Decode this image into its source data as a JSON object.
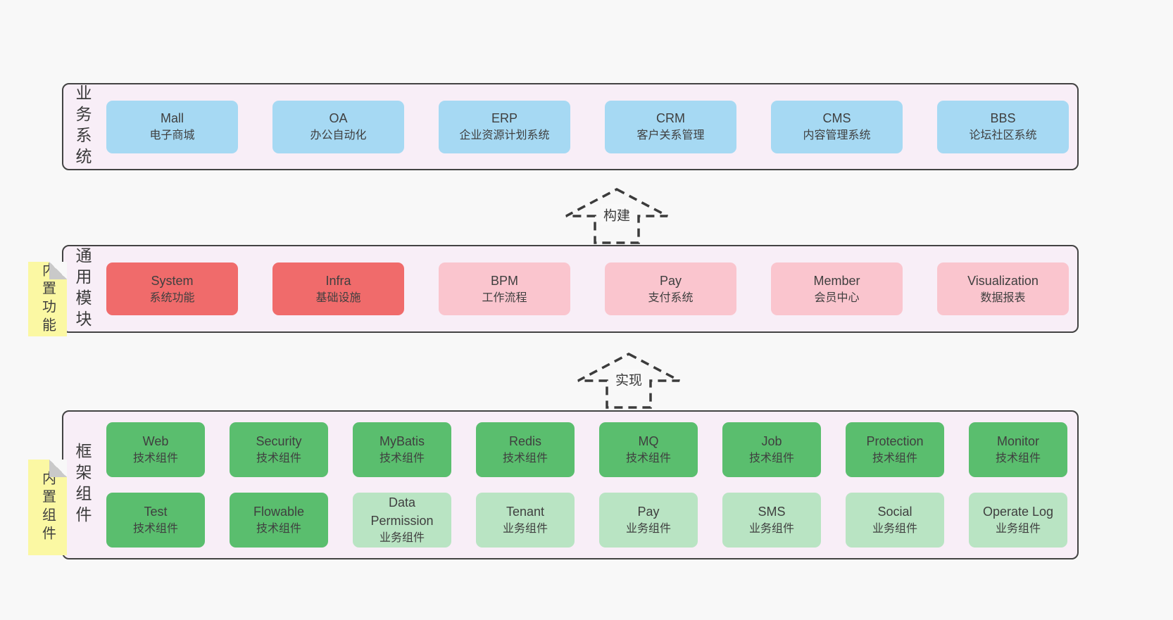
{
  "colors": {
    "page_bg": "#f8f8f8",
    "layer_bg": "#f8eef7",
    "layer_border": "#434343",
    "business_system_box": "#a6d9f3",
    "core_module_box": "#f06b6b",
    "optional_module_box": "#fac5ce",
    "tech_component_box": "#5abe6e",
    "biz_component_box": "#b9e4c3",
    "note_bg": "#fbf8a3",
    "note_fold": "#c9c9c9",
    "arrow_stroke": "#3b3b3b",
    "text": "#3f3f3f"
  },
  "sections": {
    "business": {
      "label": "业务系统",
      "boxes": [
        {
          "name": "Mall",
          "desc": "电子商城",
          "type": "system"
        },
        {
          "name": "OA",
          "desc": "办公自动化",
          "type": "system"
        },
        {
          "name": "ERP",
          "desc": "企业资源计划系统",
          "type": "system"
        },
        {
          "name": "CRM",
          "desc": "客户关系管理",
          "type": "system"
        },
        {
          "name": "CMS",
          "desc": "内容管理系统",
          "type": "system"
        },
        {
          "name": "BBS",
          "desc": "论坛社区系统",
          "type": "system"
        }
      ]
    },
    "modules": {
      "label": "通用模块",
      "note": "内置功能",
      "boxes": [
        {
          "name": "System",
          "desc": "系统功能",
          "type": "core"
        },
        {
          "name": "Infra",
          "desc": "基础设施",
          "type": "core"
        },
        {
          "name": "BPM",
          "desc": "工作流程",
          "type": "module"
        },
        {
          "name": "Pay",
          "desc": "支付系统",
          "type": "module"
        },
        {
          "name": "Member",
          "desc": "会员中心",
          "type": "module"
        },
        {
          "name": "Visualization",
          "desc": "数据报表",
          "type": "module"
        }
      ]
    },
    "components": {
      "label": "框架组件",
      "note": "内置组件",
      "rows": [
        [
          {
            "name": "Web",
            "desc": "技术组件",
            "type": "tech"
          },
          {
            "name": "Security",
            "desc": "技术组件",
            "type": "tech"
          },
          {
            "name": "MyBatis",
            "desc": "技术组件",
            "type": "tech"
          },
          {
            "name": "Redis",
            "desc": "技术组件",
            "type": "tech"
          },
          {
            "name": "MQ",
            "desc": "技术组件",
            "type": "tech"
          },
          {
            "name": "Job",
            "desc": "技术组件",
            "type": "tech"
          },
          {
            "name": "Protection",
            "desc": "技术组件",
            "type": "tech"
          },
          {
            "name": "Monitor",
            "desc": "技术组件",
            "type": "tech"
          }
        ],
        [
          {
            "name": "Test",
            "desc": "技术组件",
            "type": "tech"
          },
          {
            "name": "Flowable",
            "desc": "技术组件",
            "type": "tech"
          },
          {
            "name": "Data Permission",
            "desc": "业务组件",
            "type": "biz"
          },
          {
            "name": "Tenant",
            "desc": "业务组件",
            "type": "biz"
          },
          {
            "name": "Pay",
            "desc": "业务组件",
            "type": "biz"
          },
          {
            "name": "SMS",
            "desc": "业务组件",
            "type": "biz"
          },
          {
            "name": "Social",
            "desc": "业务组件",
            "type": "biz"
          },
          {
            "name": "Operate Log",
            "desc": "业务组件",
            "type": "biz"
          }
        ]
      ]
    }
  },
  "arrows": [
    {
      "label": "构建"
    },
    {
      "label": "实现"
    }
  ]
}
